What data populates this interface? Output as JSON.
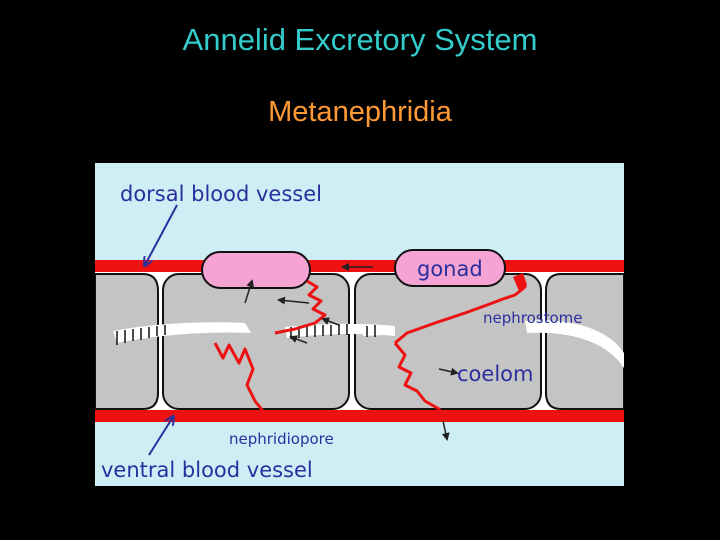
{
  "slide": {
    "title": "Annelid Excretory System",
    "subtitle": "Metanephridia"
  },
  "diagram": {
    "labels": {
      "dorsal_vessel": "dorsal blood vessel",
      "gonad": "gonad",
      "nephrostome": "nephrostome",
      "coelom": "coelom",
      "nephridiopore": "nephridiopore",
      "ventral_vessel": "ventral blood vessel"
    },
    "colors": {
      "background": "#000000",
      "title": "#33cccc",
      "subtitle": "#ff9933",
      "diagram_bg": "#cdeef4",
      "segment_fill": "#c4c4c4",
      "blood_vessel": "#ee1111",
      "gonad": "#f5a3d3",
      "nephridium": "#ee1111",
      "label_text": "#2b2f9e"
    }
  }
}
